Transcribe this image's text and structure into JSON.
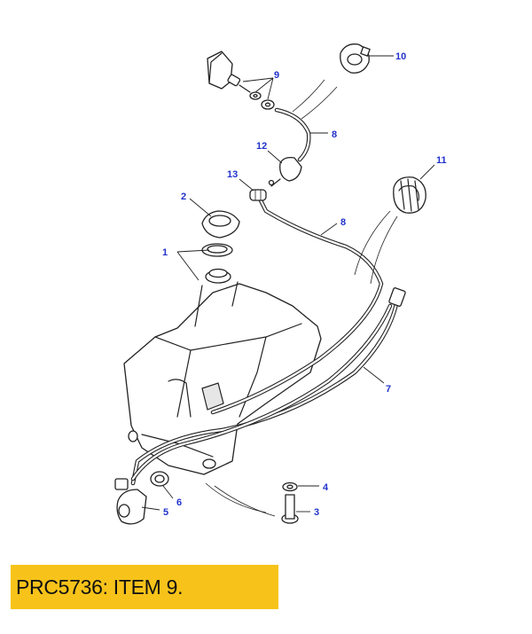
{
  "callouts": {
    "c1": "1",
    "c2": "2",
    "c3": "3",
    "c4": "4",
    "c5": "5",
    "c6": "6",
    "c7": "7",
    "c8a": "8",
    "c8b": "8",
    "c9": "9",
    "c10": "10",
    "c11": "11",
    "c12": "12",
    "c13": "13"
  },
  "banner": {
    "text": "PRC5736: ITEM 9."
  },
  "colors": {
    "callout": "#2233cc",
    "banner": "#f7c31a",
    "line": "#222222"
  }
}
